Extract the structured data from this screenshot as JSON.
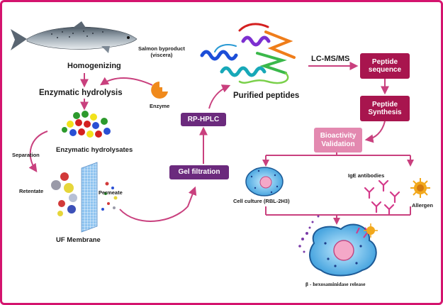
{
  "colors": {
    "frame": "#d4146e",
    "arrow": "#c9407e",
    "purple_box": "#6b2a7d",
    "maroon_box": "#a8154e",
    "pink_box": "#e389b0"
  },
  "steps": {
    "homogenizing": "Homogenizing",
    "salmon_byproduct_line1": "Salmon byproduct",
    "salmon_byproduct_line2": "(viscera)",
    "enzymatic_hydrolysis": "Enzymatic  hydrolysis",
    "enzyme": "Enzyme",
    "enzymatic_hydrolysates": "Enzymatic hydrolysates",
    "separation": "Separation",
    "retentate": "Retentate",
    "permeate": "Permeate",
    "uf_membrane": "UF Membrane",
    "gel_filtration": "Gel filtration",
    "rp_hplc": "RP-HPLC",
    "purified_peptides": "Purified peptides",
    "lc_ms_ms": "LC-MS/MS",
    "peptide_sequence_line1": "Peptide",
    "peptide_sequence_line2": "sequence",
    "peptide_synthesis_line1": "Peptide",
    "peptide_synthesis_line2": "Synthesis",
    "bioactivity_line1": "Bioactivity",
    "bioactivity_line2": "Validation",
    "ige_antibodies": "IgE antibodies",
    "cell_culture": "Cell culture (RBL-2H3)",
    "allergen": "Allergen",
    "hexosaminidase": "β - hexosaminidase release"
  }
}
